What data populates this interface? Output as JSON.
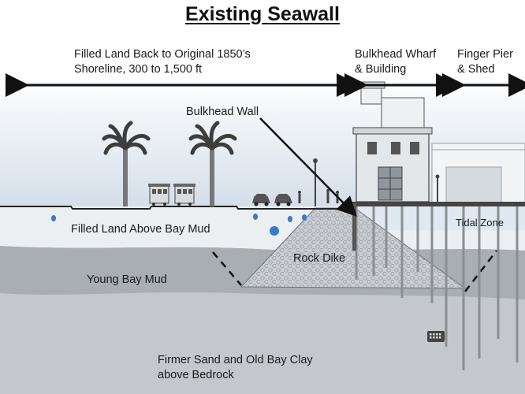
{
  "title": "Existing Seawall",
  "labels": {
    "filled_land_back": "Filled Land Back to Original 1850’s",
    "shoreline": "Shoreline, 300 to 1,500 ft",
    "bulkhead_wharf": "Bulkhead Wharf",
    "building": "& Building",
    "finger_pier": "Finger Pier",
    "shed": "& Shed",
    "bulkhead_wall": "Bulkhead Wall",
    "tidal_zone": "Tidal Zone",
    "filled_land_above": "Filled Land Above Bay Mud",
    "rock_dike": "Rock Dike",
    "young_bay_mud": "Young Bay Mud",
    "firmer_sand": "Firmer Sand and Old Bay Clay",
    "above_bedrock": "above Bedrock"
  },
  "colors": {
    "sky": "#dde6ef",
    "fill_land": "#eceff2",
    "bay_mud": "#a9aeb3",
    "bedrock_layer": "#c4c8cc",
    "rock_dike": "#c9cdd1",
    "arrow": "#111111",
    "water_blue": "#3a78c9"
  },
  "icons": [
    "palm-tree-icon",
    "cable-car-icon",
    "car-icon",
    "lamp-post-icon",
    "person-icon",
    "keyboard-icon"
  ]
}
